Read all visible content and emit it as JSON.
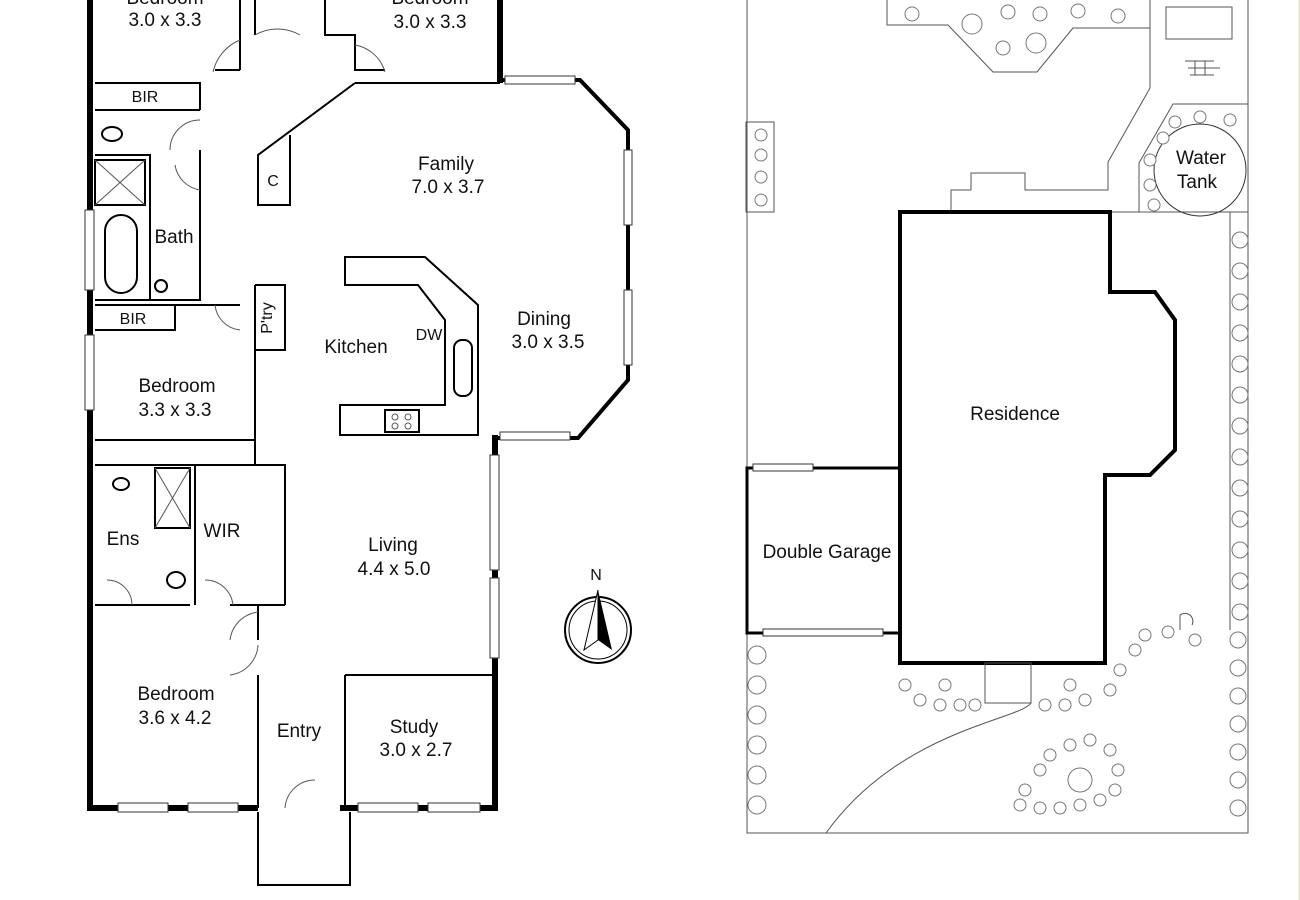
{
  "floor_plan": {
    "rooms": {
      "bedroom_top_left": {
        "name": "Bedroom",
        "size": "3.0 x 3.3"
      },
      "bedroom_top_right": {
        "name": "Bedroom",
        "size": "3.0 x 3.3"
      },
      "bir_top": "BIR",
      "bath": "Bath",
      "bir_mid": "BIR",
      "cupboard": "C",
      "family": {
        "name": "Family",
        "size": "7.0 x 3.7"
      },
      "kitchen": "Kitchen",
      "dishwasher": "DW",
      "pantry": "P'try",
      "dining": {
        "name": "Dining",
        "size": "3.0 x 3.5"
      },
      "bedroom_mid": {
        "name": "Bedroom",
        "size": "3.3 x 3.3"
      },
      "ensuite": "Ens",
      "wir": "WIR",
      "living": {
        "name": "Living",
        "size": "4.4 x 5.0"
      },
      "bedroom_bottom": {
        "name": "Bedroom",
        "size": "3.6 x 4.2"
      },
      "entry": "Entry",
      "study": {
        "name": "Study",
        "size": "3.0 x 2.7"
      }
    },
    "compass": "N"
  },
  "site_plan": {
    "residence": "Residence",
    "garage": "Double Garage",
    "water_tank": [
      "Water",
      "Tank"
    ]
  }
}
